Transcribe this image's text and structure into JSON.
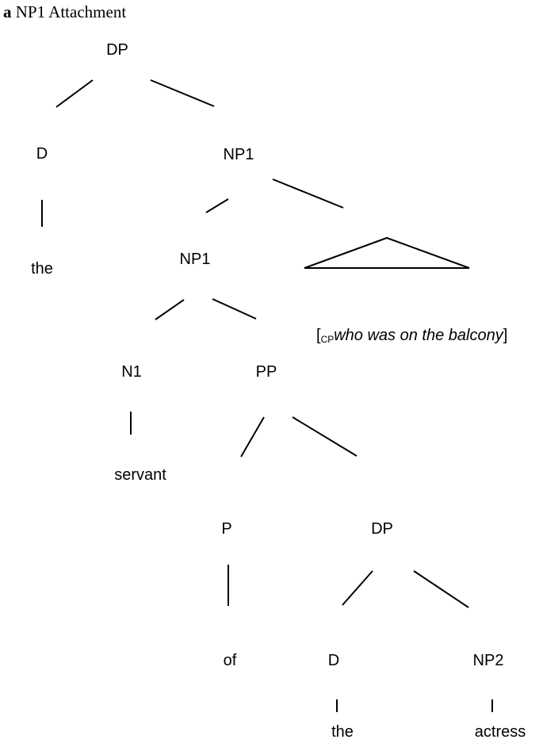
{
  "title": {
    "letter": "a",
    "text": "NP1 Attachment"
  },
  "nodes": {
    "dp_top": "DP",
    "d_left": "D",
    "np1_upper": "NP1",
    "the_left": "the",
    "np1_lower": "NP1",
    "n1": "N1",
    "pp": "PP",
    "servant": "servant",
    "p": "P",
    "dp_lower": "DP",
    "of": "of",
    "d_lower": "D",
    "np2": "NP2",
    "the_lower": "the",
    "actress": "actress"
  },
  "relative_clause": {
    "open_bracket": "[",
    "subscript": "CP",
    "text": "who was on the balcony",
    "close_bracket": "]"
  }
}
